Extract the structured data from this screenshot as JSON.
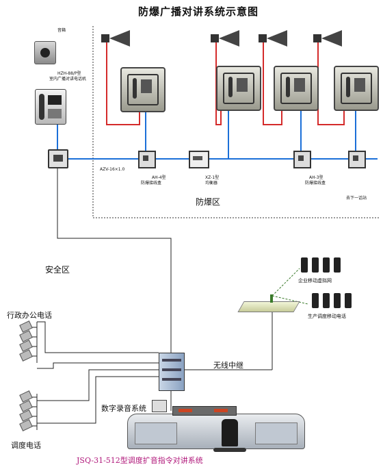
{
  "title": "防爆广播对讲系统示意图",
  "labels": {
    "speaker": "音箱",
    "phone_model": "HZH-88/P型",
    "phone_name": "室内广播对讲电话机",
    "cable": "AZV-16×1.0",
    "box_ah4_model": "AH-4型",
    "box_ah4_name": "防爆接线盒",
    "balancer_model": "XZ-1型",
    "balancer_name": "均衡器",
    "box_ah3_model": "AH-3型",
    "box_ah3_name": "防爆接线盒",
    "next_station": "去下一话站",
    "explosion_zone": "防爆区",
    "safe_zone": "安全区",
    "enterprise_net": "企业移动虚拟网",
    "production_phones": "生产调度移动电话",
    "admin_phones": "行政办公电话",
    "wireless_relay": "无线中继",
    "digital_recording": "数字录音系统",
    "dispatch_phones": "调度电话",
    "system_name": "JSQ-31-512型调度扩音指令对讲系统"
  },
  "colors": {
    "signal_line": "#1b6fd8",
    "power_line": "#d42a2a",
    "wire": "#222222",
    "caption": "#b0177a"
  }
}
